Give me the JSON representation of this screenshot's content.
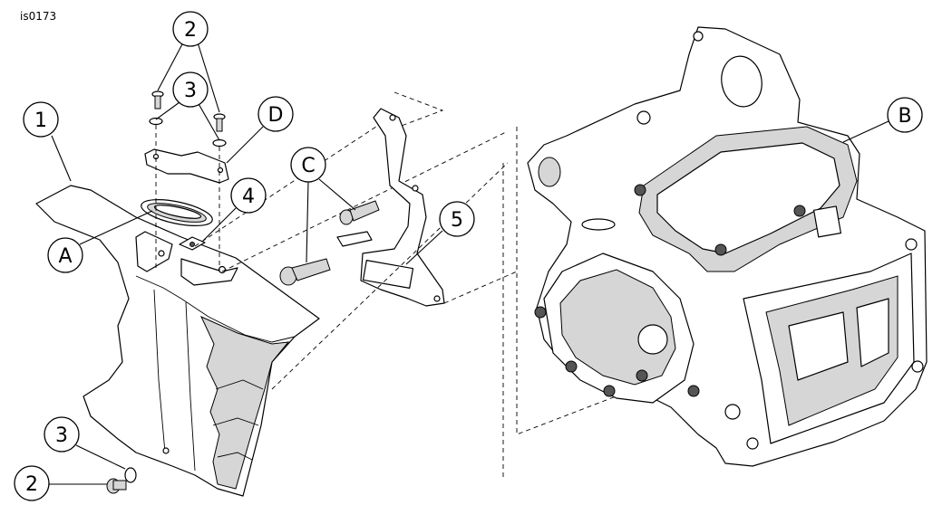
{
  "figure_id": "is0173",
  "callouts": {
    "c1": "1",
    "c2_top": "2",
    "c3_top": "3",
    "cD": "D",
    "c4": "4",
    "cA": "A",
    "cC": "C",
    "c5": "5",
    "cB": "B",
    "c3_bottom": "3",
    "c2_bottom": "2"
  }
}
